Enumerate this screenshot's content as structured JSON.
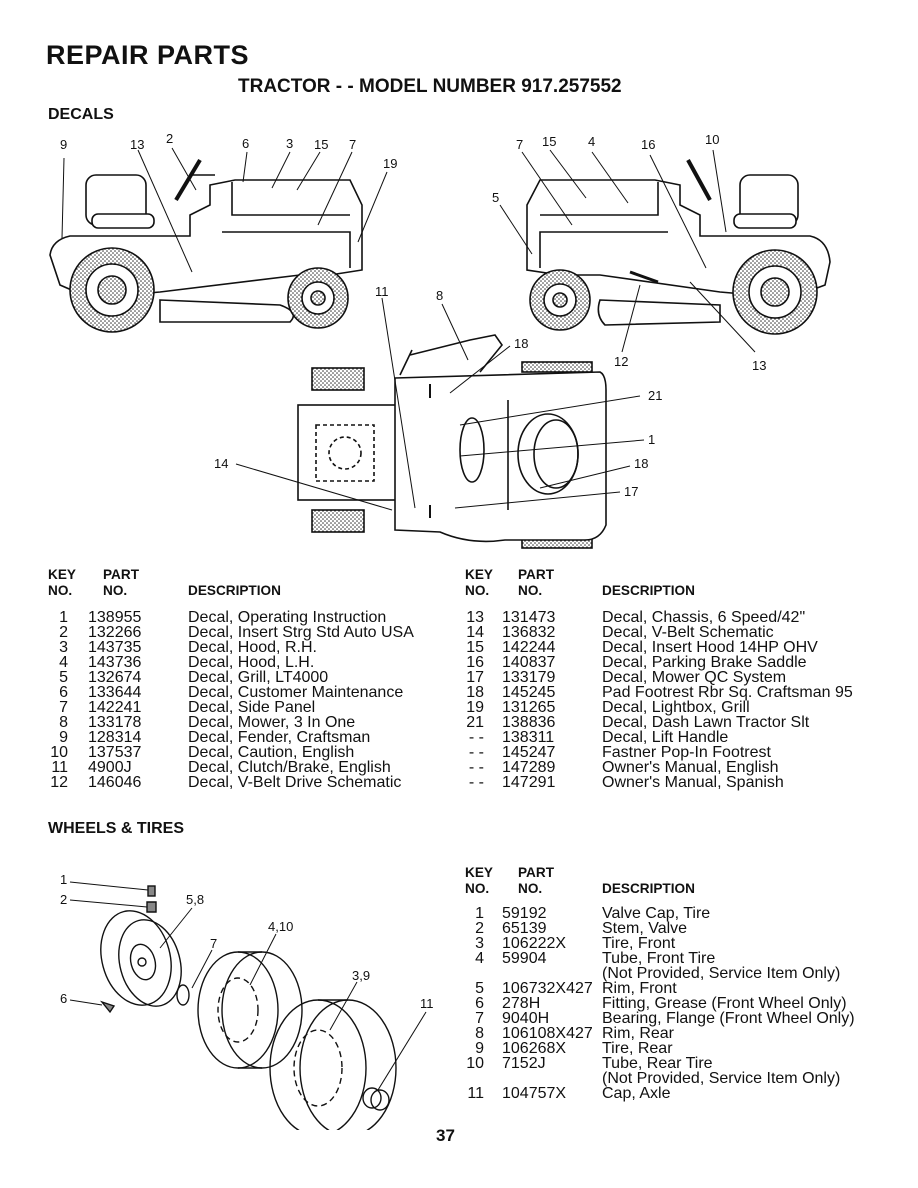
{
  "title": "REPAIR PARTS",
  "subtitle": "TRACTOR - - MODEL NUMBER 917.257552",
  "decals": {
    "heading": "DECALS",
    "callouts_left": [
      "9",
      "13",
      "2",
      "6",
      "3",
      "15",
      "7",
      "19"
    ],
    "callouts_right": [
      "7",
      "15",
      "4",
      "16",
      "10",
      "5",
      "12",
      "13"
    ],
    "callouts_top": [
      "11",
      "8",
      "18",
      "21",
      "1",
      "18",
      "17",
      "14"
    ],
    "table_header": {
      "key": "KEY",
      "no": "NO.",
      "part": "PART",
      "part_no": "NO.",
      "desc": "DESCRIPTION"
    },
    "left_rows": [
      {
        "key": "1",
        "part": "138955",
        "desc": "Decal, Operating Instruction"
      },
      {
        "key": "2",
        "part": "132266",
        "desc": "Decal, Insert Strg Std Auto USA"
      },
      {
        "key": "3",
        "part": "143735",
        "desc": "Decal, Hood, R.H."
      },
      {
        "key": "4",
        "part": "143736",
        "desc": "Decal, Hood, L.H."
      },
      {
        "key": "5",
        "part": "132674",
        "desc": "Decal, Grill, LT4000"
      },
      {
        "key": "6",
        "part": "133644",
        "desc": "Decal, Customer Maintenance"
      },
      {
        "key": "7",
        "part": "142241",
        "desc": "Decal, Side Panel"
      },
      {
        "key": "8",
        "part": "133178",
        "desc": "Decal, Mower, 3 In One"
      },
      {
        "key": "9",
        "part": "128314",
        "desc": "Decal, Fender, Craftsman"
      },
      {
        "key": "10",
        "part": "137537",
        "desc": "Decal, Caution, English"
      },
      {
        "key": "11",
        "part": "4900J",
        "desc": "Decal, Clutch/Brake, English"
      },
      {
        "key": "12",
        "part": "146046",
        "desc": "Decal, V-Belt Drive Schematic"
      }
    ],
    "right_rows": [
      {
        "key": "13",
        "part": "131473",
        "desc": "Decal, Chassis, 6 Speed/42\""
      },
      {
        "key": "14",
        "part": "136832",
        "desc": "Decal, V-Belt Schematic"
      },
      {
        "key": "15",
        "part": "142244",
        "desc": "Decal, Insert Hood 14HP OHV"
      },
      {
        "key": "16",
        "part": "140837",
        "desc": "Decal, Parking Brake Saddle"
      },
      {
        "key": "17",
        "part": "133179",
        "desc": "Decal, Mower QC System"
      },
      {
        "key": "18",
        "part": "145245",
        "desc": "Pad Footrest Rbr Sq. Craftsman 95"
      },
      {
        "key": "19",
        "part": "131265",
        "desc": "Decal, Lightbox, Grill"
      },
      {
        "key": "21",
        "part": "138836",
        "desc": "Decal, Dash Lawn Tractor Slt"
      },
      {
        "key": "- -",
        "part": "138311",
        "desc": "Decal, Lift Handle"
      },
      {
        "key": "- -",
        "part": "145247",
        "desc": "Fastner Pop-In Footrest"
      },
      {
        "key": "- -",
        "part": "147289",
        "desc": "Owner's Manual, English"
      },
      {
        "key": "- -",
        "part": "147291",
        "desc": "Owner's Manual, Spanish"
      }
    ]
  },
  "wheels": {
    "heading": "WHEELS & TIRES",
    "callouts": [
      "1",
      "2",
      "5,8",
      "7",
      "4,10",
      "3,9",
      "6",
      "11"
    ],
    "table_header": {
      "key": "KEY",
      "no": "NO.",
      "part": "PART",
      "part_no": "NO.",
      "desc": "DESCRIPTION"
    },
    "rows": [
      {
        "key": "1",
        "part": "59192",
        "desc": "Valve Cap, Tire"
      },
      {
        "key": "2",
        "part": "65139",
        "desc": "Stem, Valve"
      },
      {
        "key": "3",
        "part": "106222X",
        "desc": "Tire, Front"
      },
      {
        "key": "4",
        "part": "59904",
        "desc": "Tube, Front Tire"
      },
      {
        "key": "",
        "part": "",
        "desc": "(Not Provided, Service Item Only)"
      },
      {
        "key": "5",
        "part": "106732X427",
        "desc": "Rim, Front"
      },
      {
        "key": "6",
        "part": "278H",
        "desc": "Fitting, Grease (Front Wheel Only)"
      },
      {
        "key": "7",
        "part": "9040H",
        "desc": "Bearing, Flange (Front Wheel Only)"
      },
      {
        "key": "8",
        "part": "106108X427",
        "desc": "Rim, Rear"
      },
      {
        "key": "9",
        "part": "106268X",
        "desc": "Tire, Rear"
      },
      {
        "key": "10",
        "part": "7152J",
        "desc": "Tube, Rear Tire"
      },
      {
        "key": "",
        "part": "",
        "desc": "(Not Provided, Service Item Only)"
      },
      {
        "key": "11",
        "part": "104757X",
        "desc": "Cap, Axle"
      }
    ]
  },
  "page_number": "37"
}
